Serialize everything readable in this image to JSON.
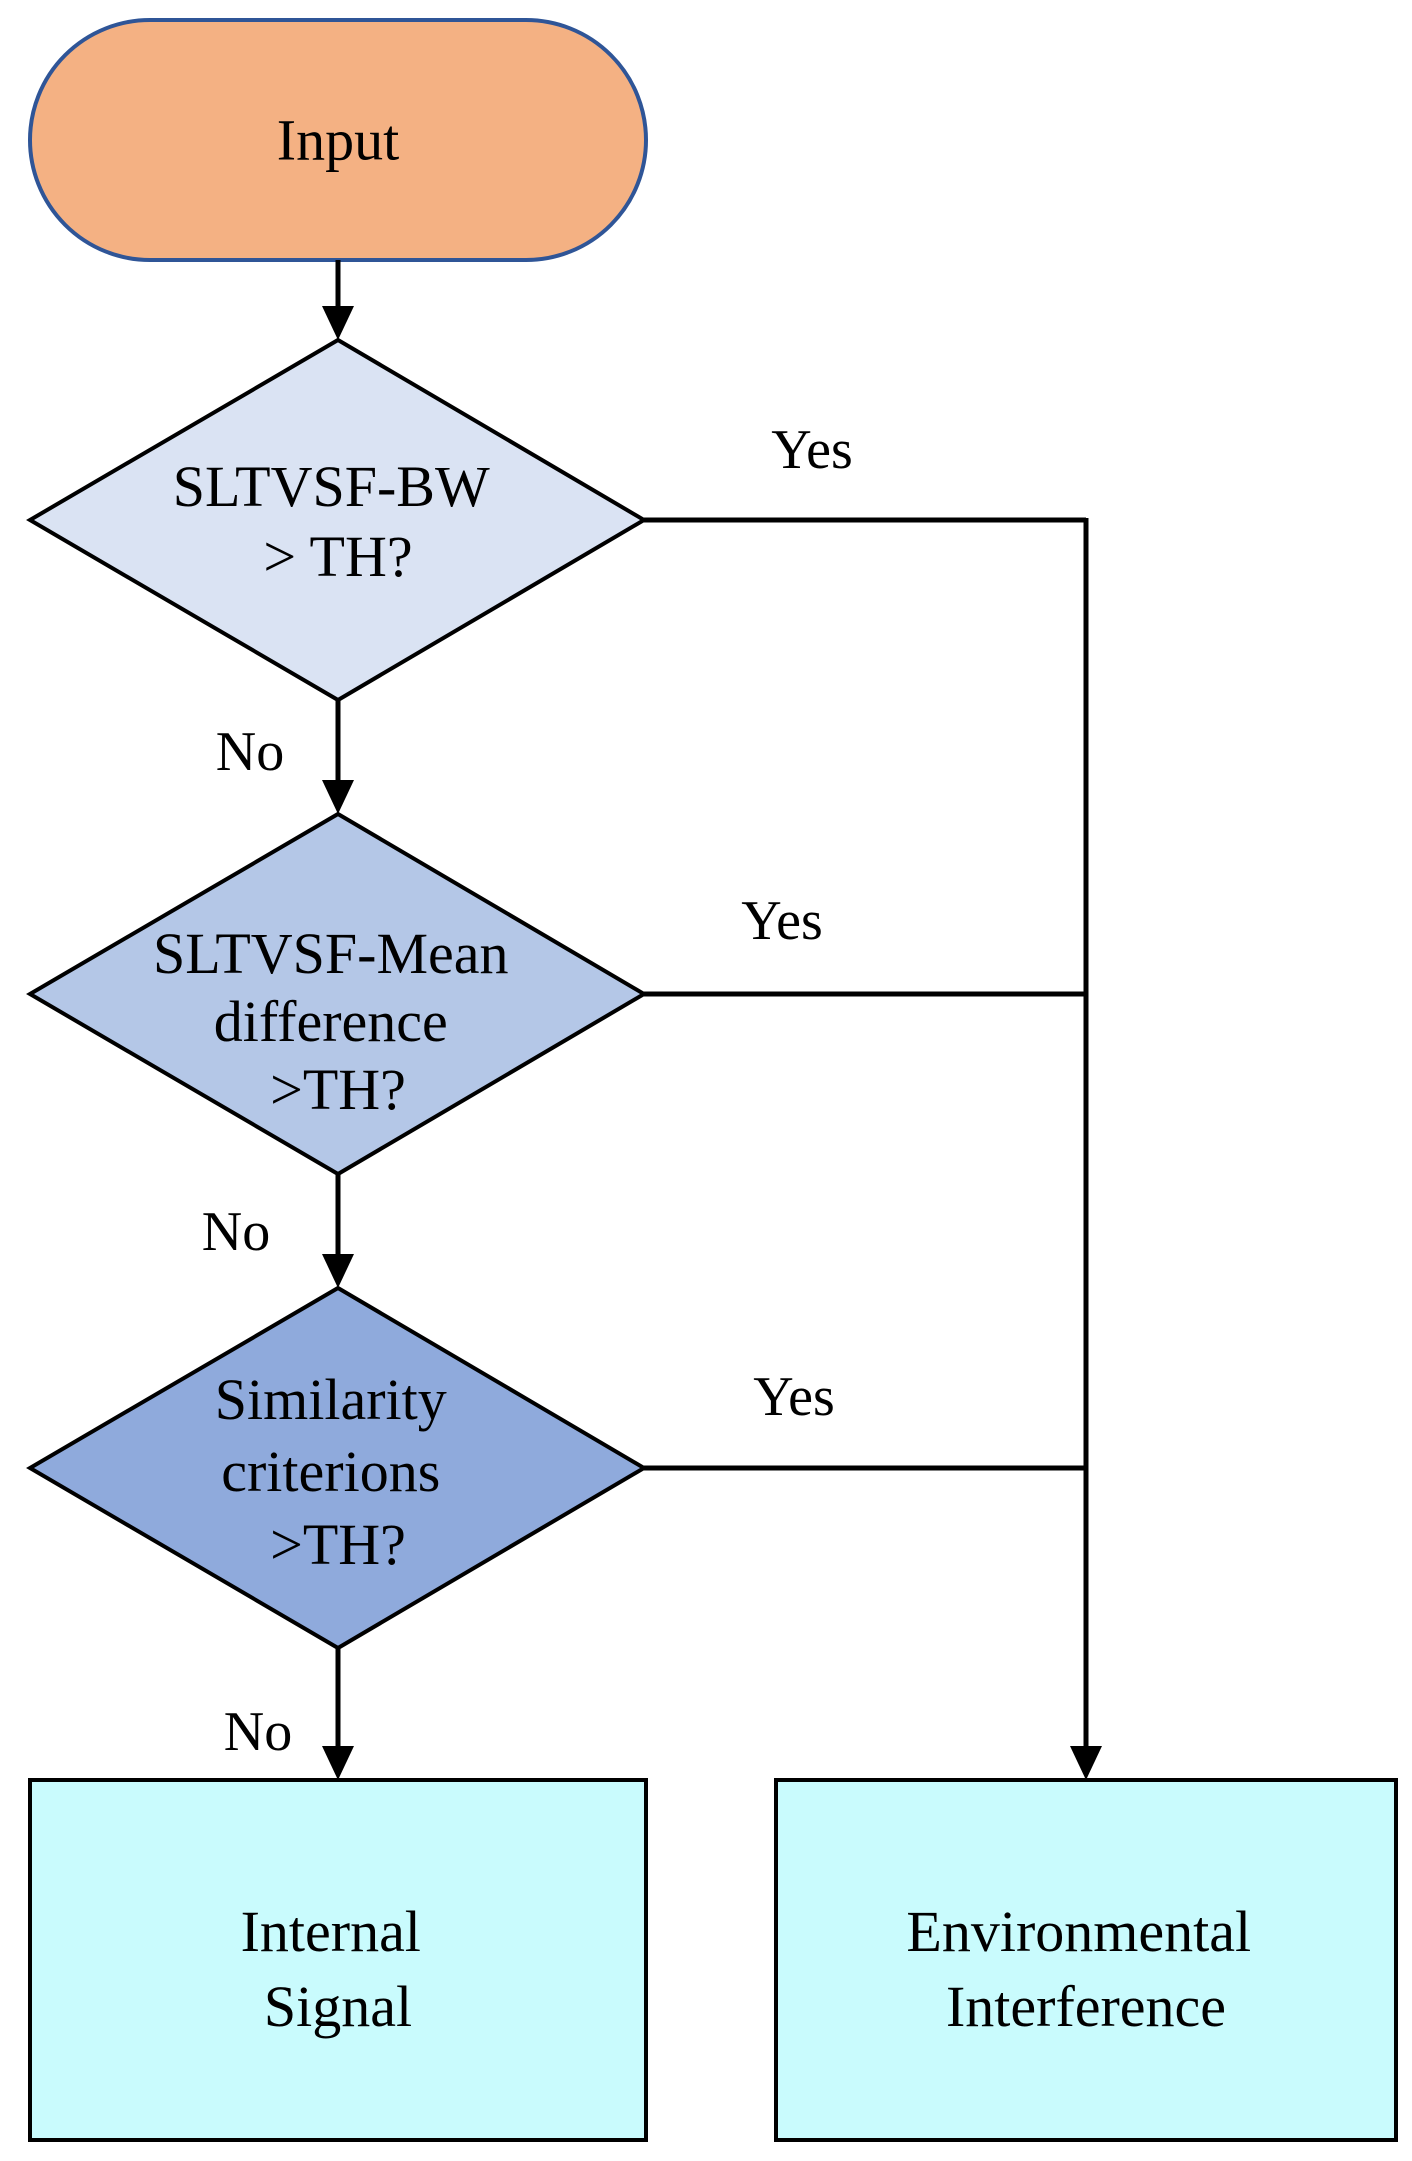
{
  "nodes": {
    "input": {
      "label": "Input",
      "fill": "#F4B183",
      "stroke": "#2F5597"
    },
    "decision_bw": {
      "lines": [
        "SLTVSF-BW",
        "> TH?"
      ],
      "fill": "#DAE3F3"
    },
    "decision_mean": {
      "lines": [
        "SLTVSF-Mean",
        "difference",
        ">TH?"
      ],
      "fill": "#B4C7E7"
    },
    "decision_similarity": {
      "lines": [
        "Similarity",
        "criterions",
        ">TH?"
      ],
      "fill": "#8FAADC"
    },
    "internal_signal": {
      "lines": [
        "Internal",
        "Signal"
      ],
      "fill": "#C9FBFD"
    },
    "environmental_interference": {
      "lines": [
        "Environmental",
        "Interference"
      ],
      "fill": "#C9FBFD"
    }
  },
  "edges": {
    "bw_yes": "Yes",
    "bw_no": "No",
    "mean_yes": "Yes",
    "mean_no": "No",
    "similarity_yes": "Yes",
    "similarity_no": "No"
  }
}
